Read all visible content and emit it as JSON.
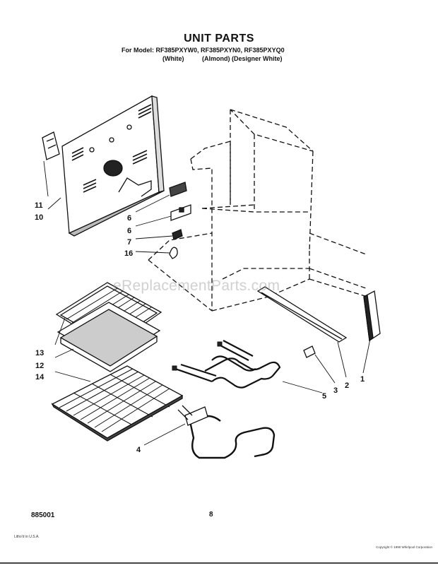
{
  "header": {
    "title": "UNIT PARTS",
    "models_line": "For Model: RF385PXYW0, RF385PXYN0, RF385PXYQ0",
    "colors": [
      "(White)",
      "(Almond)",
      "(Designer White)"
    ]
  },
  "watermark": "eReplacementParts.com",
  "callouts": [
    "1",
    "2",
    "3",
    "4",
    "5",
    "6",
    "6",
    "7",
    "10",
    "11",
    "12",
    "13",
    "14",
    "16"
  ],
  "footer": {
    "code": "885001",
    "page": "8",
    "fine_left": "Litho'd in U.S.A.",
    "fine_right": "Copyright © 1990 Whirlpool Corporation"
  }
}
